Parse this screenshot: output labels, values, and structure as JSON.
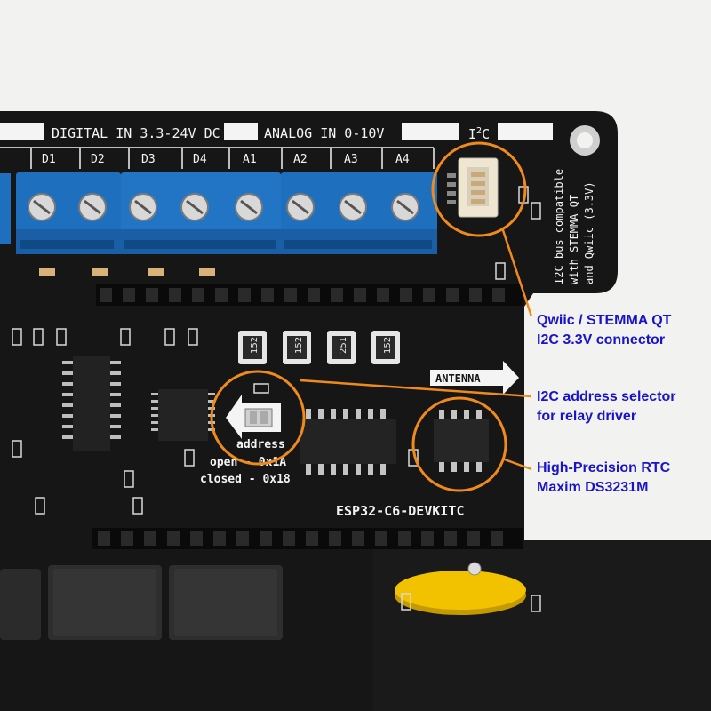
{
  "board": {
    "header_digital": "DIGITAL IN 3.3-24V DC",
    "header_analog": "ANALOG IN 0-10V",
    "header_i2c": "I",
    "header_i2c_sup": "2",
    "header_i2c_c": "C",
    "terminals": [
      "D1",
      "D2",
      "D3",
      "D4",
      "A1",
      "A2",
      "A3",
      "A4"
    ],
    "side_text": [
      "I2C bus compatible",
      "with STEMMA QT",
      "and Qwiic (3.3V)"
    ],
    "antenna_label": "ANTENNA",
    "address_label": "address",
    "address_open": "open - 0x1A",
    "address_closed": "closed - 0x18",
    "module_label": "ESP32-C6-DEVKITC",
    "resistor_codes": [
      "152",
      "152",
      "251",
      "152"
    ]
  },
  "callouts": [
    {
      "line1": "Qwiic / STEMMA QT",
      "line2": "I2C 3.3V connector"
    },
    {
      "line1": "I2C address selector",
      "line2": "for relay driver"
    },
    {
      "line1": "High-Precision RTC",
      "line2": "Maxim DS3231M"
    }
  ],
  "colors": {
    "pcb": "#161616",
    "terminal_block": "#1f6fbf",
    "callout_text": "#1a14c8",
    "highlight_circle": "#f08a1c",
    "battery": "#f2c200"
  }
}
